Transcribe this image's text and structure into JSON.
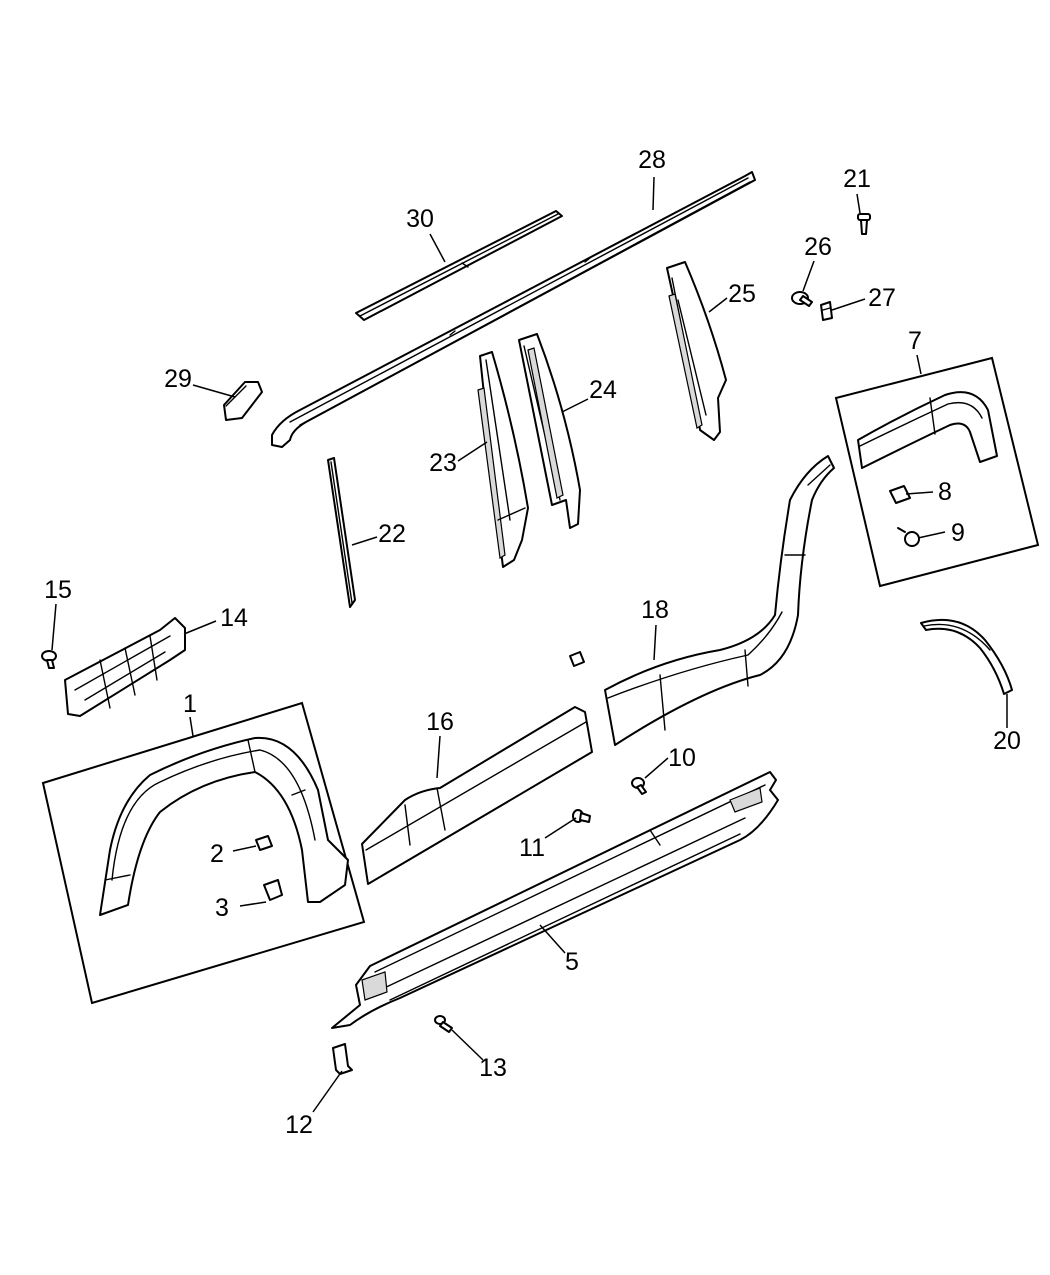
{
  "callouts": [
    {
      "id": "1",
      "label": "1"
    },
    {
      "id": "2",
      "label": "2"
    },
    {
      "id": "3",
      "label": "3"
    },
    {
      "id": "5",
      "label": "5"
    },
    {
      "id": "7",
      "label": "7"
    },
    {
      "id": "8",
      "label": "8"
    },
    {
      "id": "9",
      "label": "9"
    },
    {
      "id": "10",
      "label": "10"
    },
    {
      "id": "11",
      "label": "11"
    },
    {
      "id": "12",
      "label": "12"
    },
    {
      "id": "13",
      "label": "13"
    },
    {
      "id": "14",
      "label": "14"
    },
    {
      "id": "15",
      "label": "15"
    },
    {
      "id": "16",
      "label": "16"
    },
    {
      "id": "18",
      "label": "18"
    },
    {
      "id": "20",
      "label": "20"
    },
    {
      "id": "21",
      "label": "21"
    },
    {
      "id": "22",
      "label": "22"
    },
    {
      "id": "23",
      "label": "23"
    },
    {
      "id": "24",
      "label": "24"
    },
    {
      "id": "25",
      "label": "25"
    },
    {
      "id": "26",
      "label": "26"
    },
    {
      "id": "27",
      "label": "27"
    },
    {
      "id": "28",
      "label": "28"
    },
    {
      "id": "29",
      "label": "29"
    },
    {
      "id": "30",
      "label": "30"
    }
  ]
}
